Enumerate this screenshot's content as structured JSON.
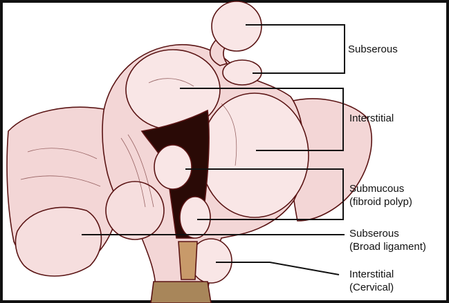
{
  "labels": {
    "subserous": "Subserous",
    "interstitial": "Interstitial",
    "submucous_line1": "Submucous",
    "submucous_line2": "(fibroid polyp)",
    "subserous_broad_line1": "Subserous",
    "subserous_broad_line2": "(Broad ligament)",
    "interstitial_cervical_line1": "Interstitial",
    "interstitial_cervical_line2": "(Cervical)"
  },
  "colors": {
    "tissue": "#f3d6d6",
    "tissue_light": "#f9e6e6",
    "outline": "#5a1414",
    "cavity": "#2a0a06",
    "vagina": "#a8865a",
    "leader": "#111111"
  }
}
